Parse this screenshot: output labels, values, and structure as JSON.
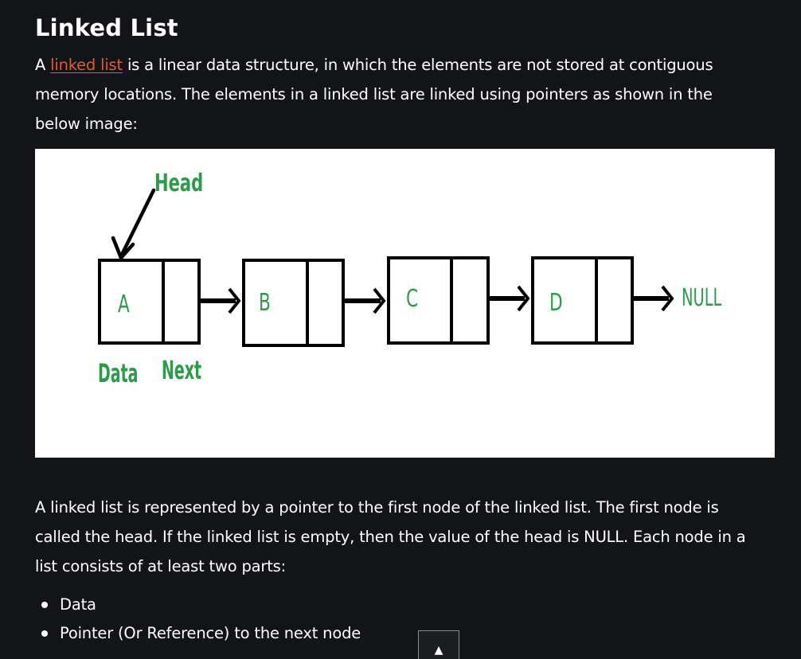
{
  "article": {
    "title": "Linked List",
    "intro": {
      "prefix": "A ",
      "link_text": "linked list",
      "line1_rest": " is a linear data structure, in which the elements are not stored at contiguous",
      "line2": "memory locations. The elements in a linked list are linked using pointers as shown in the",
      "line3": "below image:"
    },
    "para2": {
      "line1": "A linked list is represented by a pointer to the first node of the linked list. The first node is",
      "line2": "called the head. If the linked list is empty, then the value of the head is NULL. Each node in a",
      "line3": "list consists of at least two parts:"
    },
    "bullets": [
      "Data",
      "Pointer (Or Reference) to the next node"
    ]
  },
  "diagram": {
    "head_label": "Head",
    "nodes": [
      "A",
      "B",
      "C",
      "D"
    ],
    "null_label": "NULL",
    "data_label": "Data",
    "next_label": "Next",
    "colors": {
      "label_green": "#2a9d48",
      "stroke": "#000000",
      "background": "#ffffff"
    }
  },
  "scroll_top": {
    "icon": "up-arrow-icon",
    "glyph": "▲"
  },
  "colors": {
    "page_background": "#131417",
    "text": "#ffffff",
    "link": "#e8572f"
  }
}
